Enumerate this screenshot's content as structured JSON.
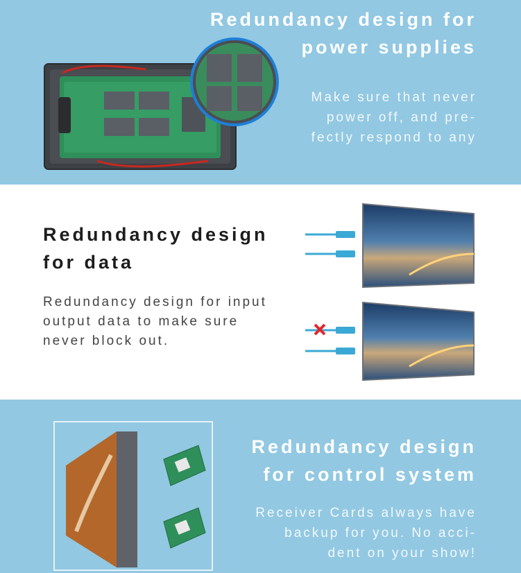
{
  "power": {
    "title_lines": [
      "Redundancy design for",
      "power supplies"
    ],
    "body_lines": [
      "Make sure that never",
      "power off, and pre-",
      "fectly respond to any"
    ]
  },
  "data": {
    "title_lines": [
      "Redundancy design",
      "for data"
    ],
    "body_lines": [
      "Redundancy design for input",
      "output data to make sure",
      "never block out."
    ]
  },
  "control": {
    "title_lines": [
      "Redundancy design",
      "for control system"
    ],
    "body_lines": [
      "Receiver Cards always have",
      "backup for you. No acci-",
      "dent on your show!"
    ]
  },
  "colors": {
    "panel_blue": "#92c8e2",
    "cable_blue": "#3ba9d6",
    "fail_mark": "#e0262b"
  }
}
